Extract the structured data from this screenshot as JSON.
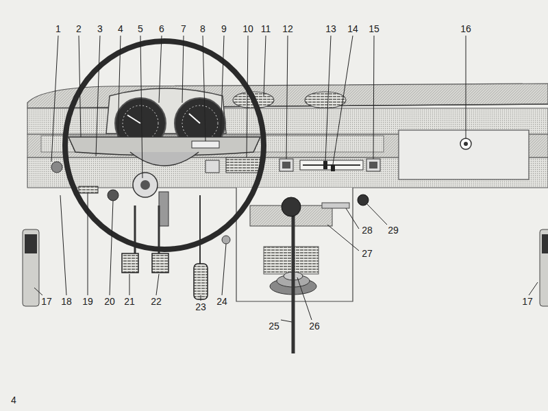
{
  "diagram": {
    "labels": [
      "1",
      "2",
      "3",
      "4",
      "5",
      "6",
      "7",
      "8",
      "9",
      "10",
      "11",
      "12",
      "13",
      "14",
      "15",
      "16",
      "17",
      "18",
      "19",
      "20",
      "21",
      "22",
      "23",
      "24",
      "25",
      "26",
      "27",
      "28",
      "29",
      "17",
      "4"
    ]
  }
}
